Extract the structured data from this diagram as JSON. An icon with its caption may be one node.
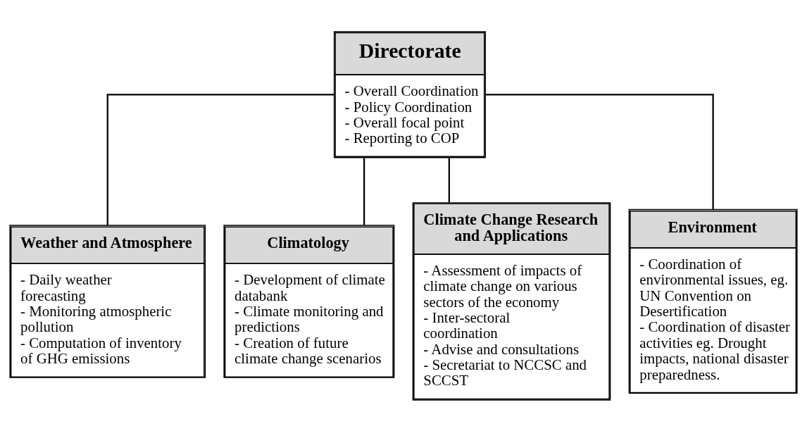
{
  "diagram": {
    "nodes": [
      {
        "text": [
          "Directorate",
          "- Overall Coordination",
          "- Policy Coordination",
          "- Overall focal point",
          "- Reporting to COP"
        ]
      },
      {
        "text": [
          "Weather and Atmosphere",
          "- Daily weather forecasting",
          "- Monitoring atmospheric pollution",
          "- Computation of inventory of GHG emissions"
        ]
      },
      {
        "text": [
          "Climatology",
          "- Development of climate databank",
          "- Climate monitoring and predictions",
          "- Creation of future climate change scenarios"
        ]
      },
      {
        "text": [
          "Climate Change Research and Applications",
          "- Assessment of impacts of climate change on various sectors of the economy",
          "- Inter-sectoral coordination",
          "- Advise and consultations",
          "- Secretariat to NCCSC and SCCST"
        ]
      },
      {
        "text": [
          "Environment",
          "- Coordination of environmental issues, eg. UN Convention on Desertification",
          "- Coordination of disaster activities eg. Drought impacts, national disaster preparedness."
        ]
      }
    ],
    "edges": [
      {
        "from": 0,
        "to": 1,
        "arrow": "none"
      },
      {
        "from": 0,
        "to": 2,
        "arrow": "none"
      },
      {
        "from": 0,
        "to": 3,
        "arrow": "none"
      },
      {
        "from": 0,
        "to": 4,
        "arrow": "none"
      }
    ]
  }
}
